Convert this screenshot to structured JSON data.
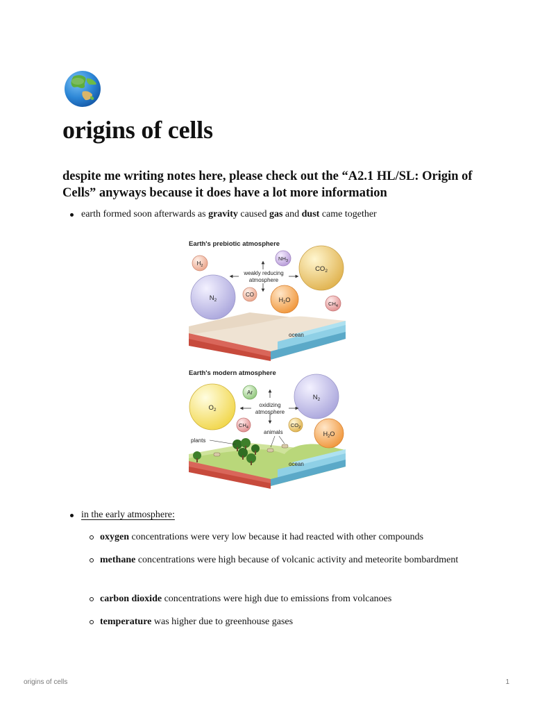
{
  "page": {
    "title": "origins of cells",
    "subtitle": "despite me writing notes here, please check out the “A2.1 HL/SL: Origin of Cells” anyways because it does have a lot more information"
  },
  "bullets": {
    "b1": {
      "t1": "earth formed soon afterwards as ",
      "w1": "gravity",
      "t2": " caused ",
      "w2": "gas",
      "t3": " and ",
      "w3": "dust",
      "t4": " came together"
    },
    "b2": {
      "text": "in the early atmosphere:"
    },
    "sub": [
      {
        "bold": "oxygen",
        "text": " concentrations were very low because it had reacted with other compounds"
      },
      {
        "bold": "methane",
        "text": " concentrations were high because of volcanic activity and meteorite bombardment"
      },
      {
        "bold": "carbon dioxide",
        "text": " concentrations were high due to emissions from volcanoes"
      },
      {
        "bold": "temperature",
        "text": " was higher due to greenhouse gases"
      }
    ]
  },
  "figure": {
    "top": {
      "heading": "Earth's prebiotic atmosphere",
      "center_line1": "weakly reducing",
      "center_line2": "atmosphere",
      "ocean": "ocean"
    },
    "bottom": {
      "heading": "Earth's modern atmosphere",
      "center_line1": "oxidizing",
      "center_line2": "atmosphere",
      "plants": "plants",
      "animals": "animals",
      "ocean": "ocean"
    }
  },
  "footer": {
    "left": "origins of cells",
    "right": "1"
  },
  "icons": {
    "header": "globe-icon"
  }
}
